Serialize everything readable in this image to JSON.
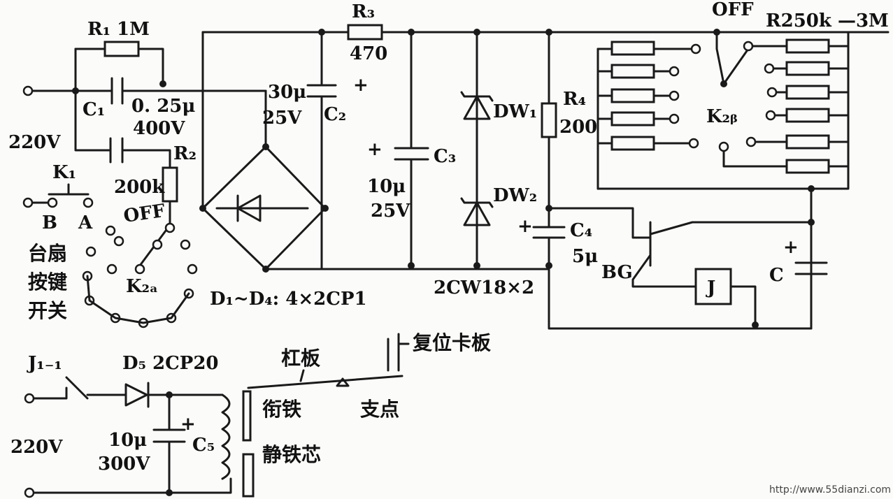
{
  "labels": {
    "r1": "R₁ 1M",
    "c1": "C₁",
    "c1_val": "0. 25μ",
    "c1_volt": "400V",
    "mains_top": "220V",
    "k1": "K₁",
    "b": "B",
    "a": "A",
    "r2": "R₂",
    "r2_val": "200k",
    "off_left": "OFF",
    "fan_switch_1": "台扇",
    "fan_switch_2": "按键",
    "fan_switch_3": "开关",
    "k2a": "K₂ₐ",
    "d1d4": "D₁~D₄: 4×2CP1",
    "c2_val": "30μ",
    "c2_volt": "25V",
    "c2": "C₂",
    "plus_c2": "+",
    "r3": "R₃",
    "r3_val": "470",
    "plus_c3": "+",
    "c3": "C₃",
    "c3_val": "10μ",
    "c3_volt": "25V",
    "dw1": "DW₁",
    "dw2": "DW₂",
    "zener": "2CW18×2",
    "r4": "R₄",
    "r4_val": "200",
    "off_right": "OFF",
    "r_range": "R250k —3M",
    "k2b": "K₂ᵦ",
    "plus_c4": "+",
    "c4": "C₄",
    "c4_val": "5μ",
    "bg": "BG",
    "j": "J",
    "plus_c": "+",
    "c": "C",
    "reset": "复位卡板",
    "lever": "杠板",
    "j11": "J₁₋₁",
    "d5": "D₅ 2CP20",
    "armature": "衔铁",
    "fulcrum": "支点",
    "plus_c5": "+",
    "c5": "C₅",
    "c5_val": "10μ",
    "c5_volt": "300V",
    "mains_bottom": "220V",
    "core": "静铁芯",
    "watermark": "http://www.55dianzi.com"
  }
}
